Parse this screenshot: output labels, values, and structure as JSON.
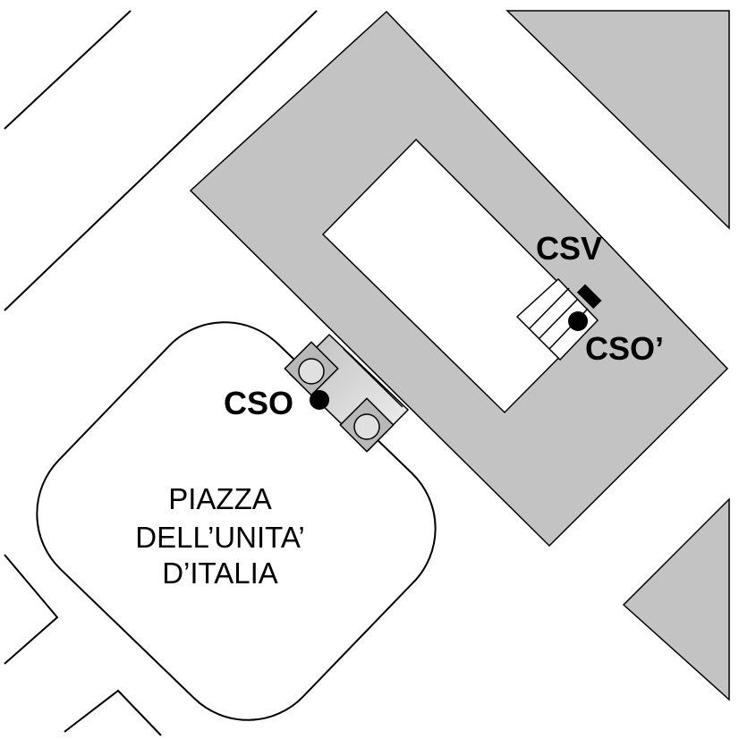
{
  "map": {
    "square": {
      "lines": [
        "PIAZZA",
        "DELL’UNITA’",
        "D’ITALIA"
      ]
    },
    "markers": {
      "cso": "CSO",
      "csv": "CSV",
      "cso_prime": "CSO’"
    },
    "colors": {
      "building": "#c3c3c3",
      "outline": "#000000",
      "background": "#ffffff",
      "instrument_box": "#b8b8b8"
    }
  }
}
